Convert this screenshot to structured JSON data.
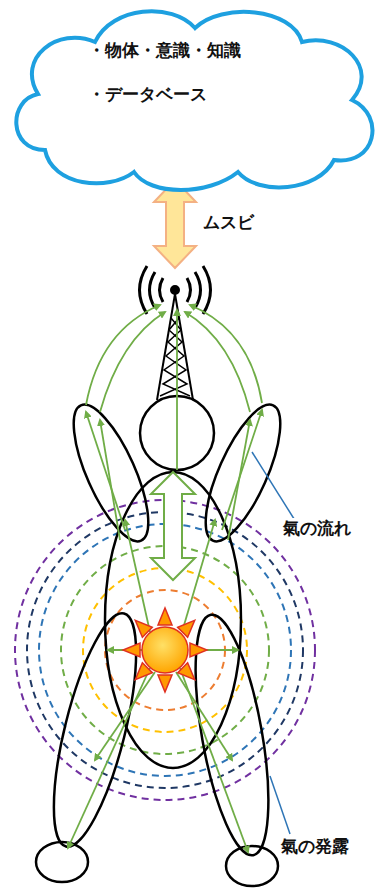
{
  "diagram": {
    "nodes": [
      {
        "text": [
          "・物体・意識・知識",
          "・データベース"
        ]
      }
    ],
    "labels": [
      "ムスビ",
      "氣の流れ",
      "氣の発露"
    ]
  }
}
